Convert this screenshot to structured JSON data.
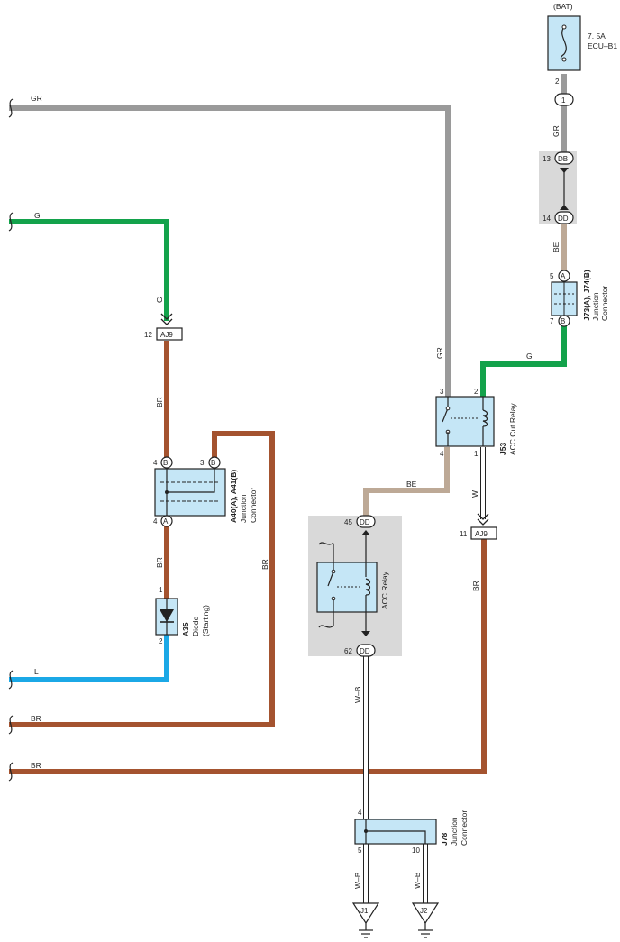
{
  "colors": {
    "GR": "#9a9a9a",
    "G": "#13a24b",
    "BR": "#a4532f",
    "L": "#1ba8e6",
    "BE": "#bda996",
    "W": "#ffffff",
    "WB": "#ffffff",
    "component_fill": "#c5e6f6",
    "shade": "#d9d9d9"
  },
  "fuse": {
    "source": "(BAT)",
    "rating": "7. 5A",
    "name": "ECU–B1",
    "pin": "2",
    "connector": "1"
  },
  "jcDB": {
    "top_pin": "13",
    "top_code": "DB",
    "bottom_pin": "14",
    "bottom_code": "DD"
  },
  "j73": {
    "pin_a": "5",
    "code_a": "A",
    "pin_b": "7",
    "code_b": "B",
    "name": "J73(A), J74(B)",
    "desc1": "Junction",
    "desc2": "Connector"
  },
  "j53": {
    "pin3": "3",
    "pin2": "2",
    "pin4": "4",
    "pin1": "1",
    "code": "J53",
    "desc": "ACC Cut Relay"
  },
  "acc_relay": {
    "top_pin": "45",
    "top_code": "DD",
    "bottom_pin": "62",
    "bottom_code": "DD",
    "desc": "ACC Relay"
  },
  "aj9_top": {
    "pin": "12",
    "code": "AJ9"
  },
  "aj9_right": {
    "pin": "11",
    "code": "AJ9"
  },
  "a40": {
    "pin4b": "4",
    "code_b1": "B",
    "pin3b": "3",
    "code_b2": "B",
    "pin4a": "4",
    "code_a": "A",
    "name": "A40(A), A41(B)",
    "desc1": "Junction",
    "desc2": "Connector"
  },
  "a35": {
    "pin1": "1",
    "pin2": "2",
    "code": "A35",
    "desc1": "Diode",
    "desc2": "(Starting)"
  },
  "j78": {
    "pin4": "4",
    "pin5": "5",
    "pin10": "10",
    "code": "J78",
    "desc1": "Junction",
    "desc2": "Connector"
  },
  "grounds": {
    "g1": "J1",
    "g2": "J2"
  },
  "wires": {
    "gr_top": "GR",
    "gr_vertical": "GR",
    "gr_fuse": "GR",
    "g_left": "G",
    "g_vertical": "G",
    "g_j73": "G",
    "br_a": "BR",
    "br_b": "BR",
    "br_right": "BR",
    "br_bottom1": "BR",
    "br_bottom2": "BR",
    "be_top": "BE",
    "be_mid": "BE",
    "w_j53": "W",
    "l_left": "L",
    "wb_acc": "W–B",
    "wb_j1": "W–B",
    "wb_j2": "W–B"
  }
}
